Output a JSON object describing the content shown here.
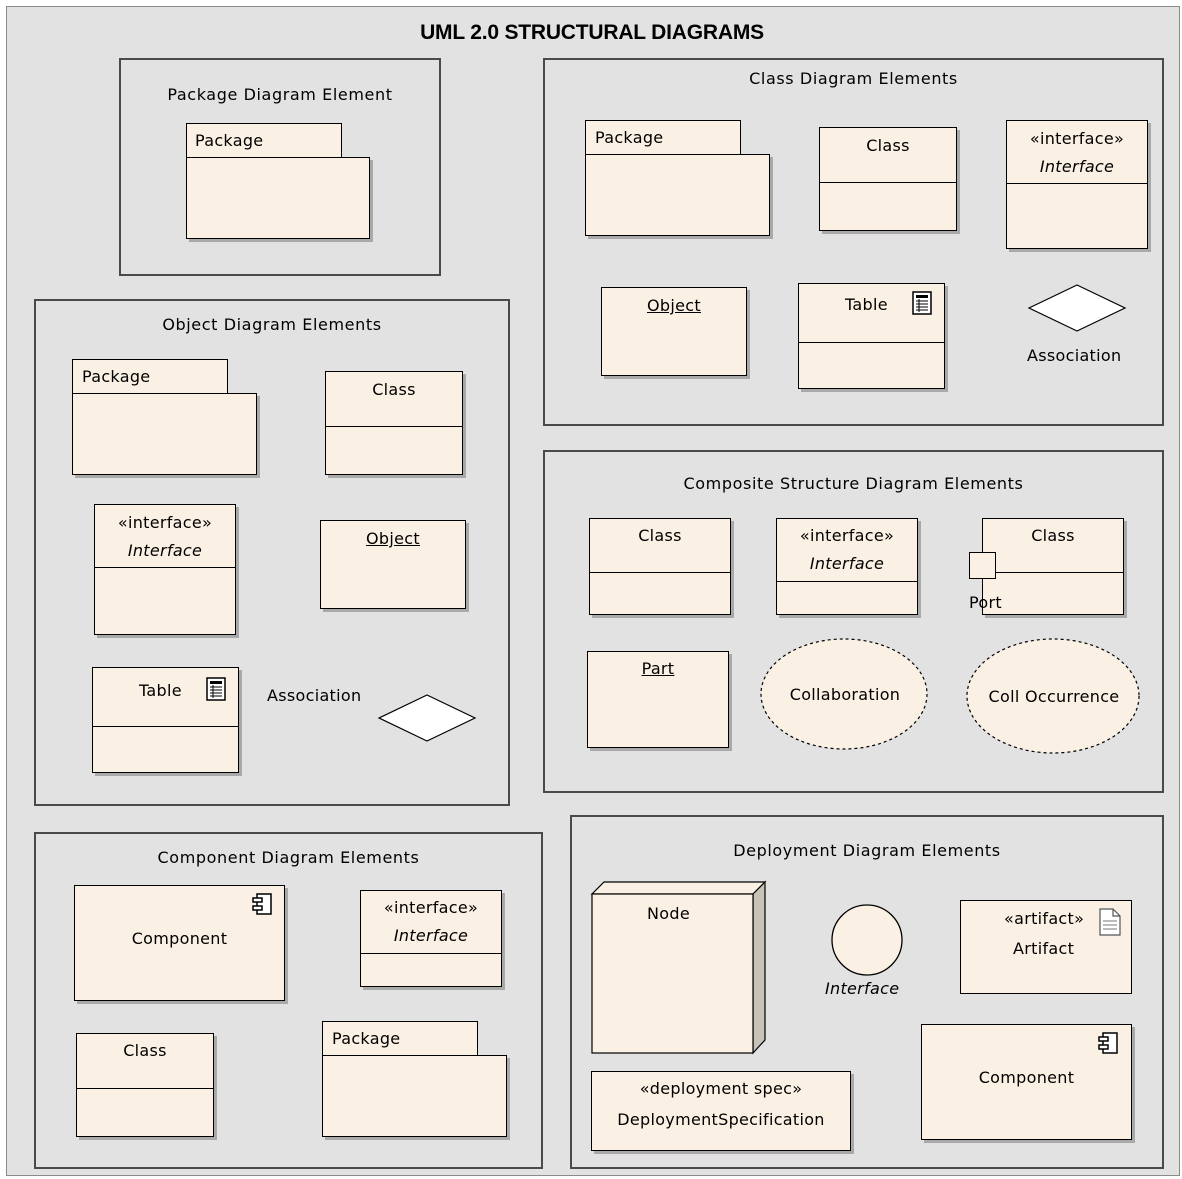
{
  "title": "UML 2.0 STRUCTURAL DIAGRAMS",
  "package_frame": {
    "label": "Package Diagram Element",
    "package": "Package"
  },
  "class_frame": {
    "label": "Class Diagram Elements",
    "package": "Package",
    "class": "Class",
    "interface_stereotype": "«interface»",
    "interface": "Interface",
    "object": "Object",
    "table": "Table",
    "association": "Association"
  },
  "object_frame": {
    "label": "Object Diagram Elements",
    "package": "Package",
    "class": "Class",
    "interface_stereotype": "«interface»",
    "interface": "Interface",
    "object": "Object",
    "table": "Table",
    "association": "Association"
  },
  "composite_frame": {
    "label": "Composite Structure Diagram Elements",
    "class": "Class",
    "interface_stereotype": "«interface»",
    "interface": "Interface",
    "class_port": "Class",
    "port": "Port",
    "part": "Part",
    "collaboration": "Collaboration",
    "coll_occurrence": "Coll Occurrence"
  },
  "component_frame": {
    "label": "Component Diagram Elements",
    "component": "Component",
    "interface_stereotype": "«interface»",
    "interface": "Interface",
    "class": "Class",
    "package": "Package"
  },
  "deployment_frame": {
    "label": "Deployment Diagram Elements",
    "node": "Node",
    "interface": "Interface",
    "artifact_stereotype": "«artifact»",
    "artifact": "Artifact",
    "deployment_spec_stereotype": "«deployment spec»",
    "deployment_spec": "DeploymentSpecification",
    "component": "Component"
  },
  "icons": [
    "table-icon",
    "component-icon",
    "document-icon",
    "diamond-icon",
    "port-icon"
  ],
  "colors": {
    "element_fill": "#fbf0e4",
    "canvas": "#e2e2e2",
    "frame_border": "#4a4a4a"
  }
}
